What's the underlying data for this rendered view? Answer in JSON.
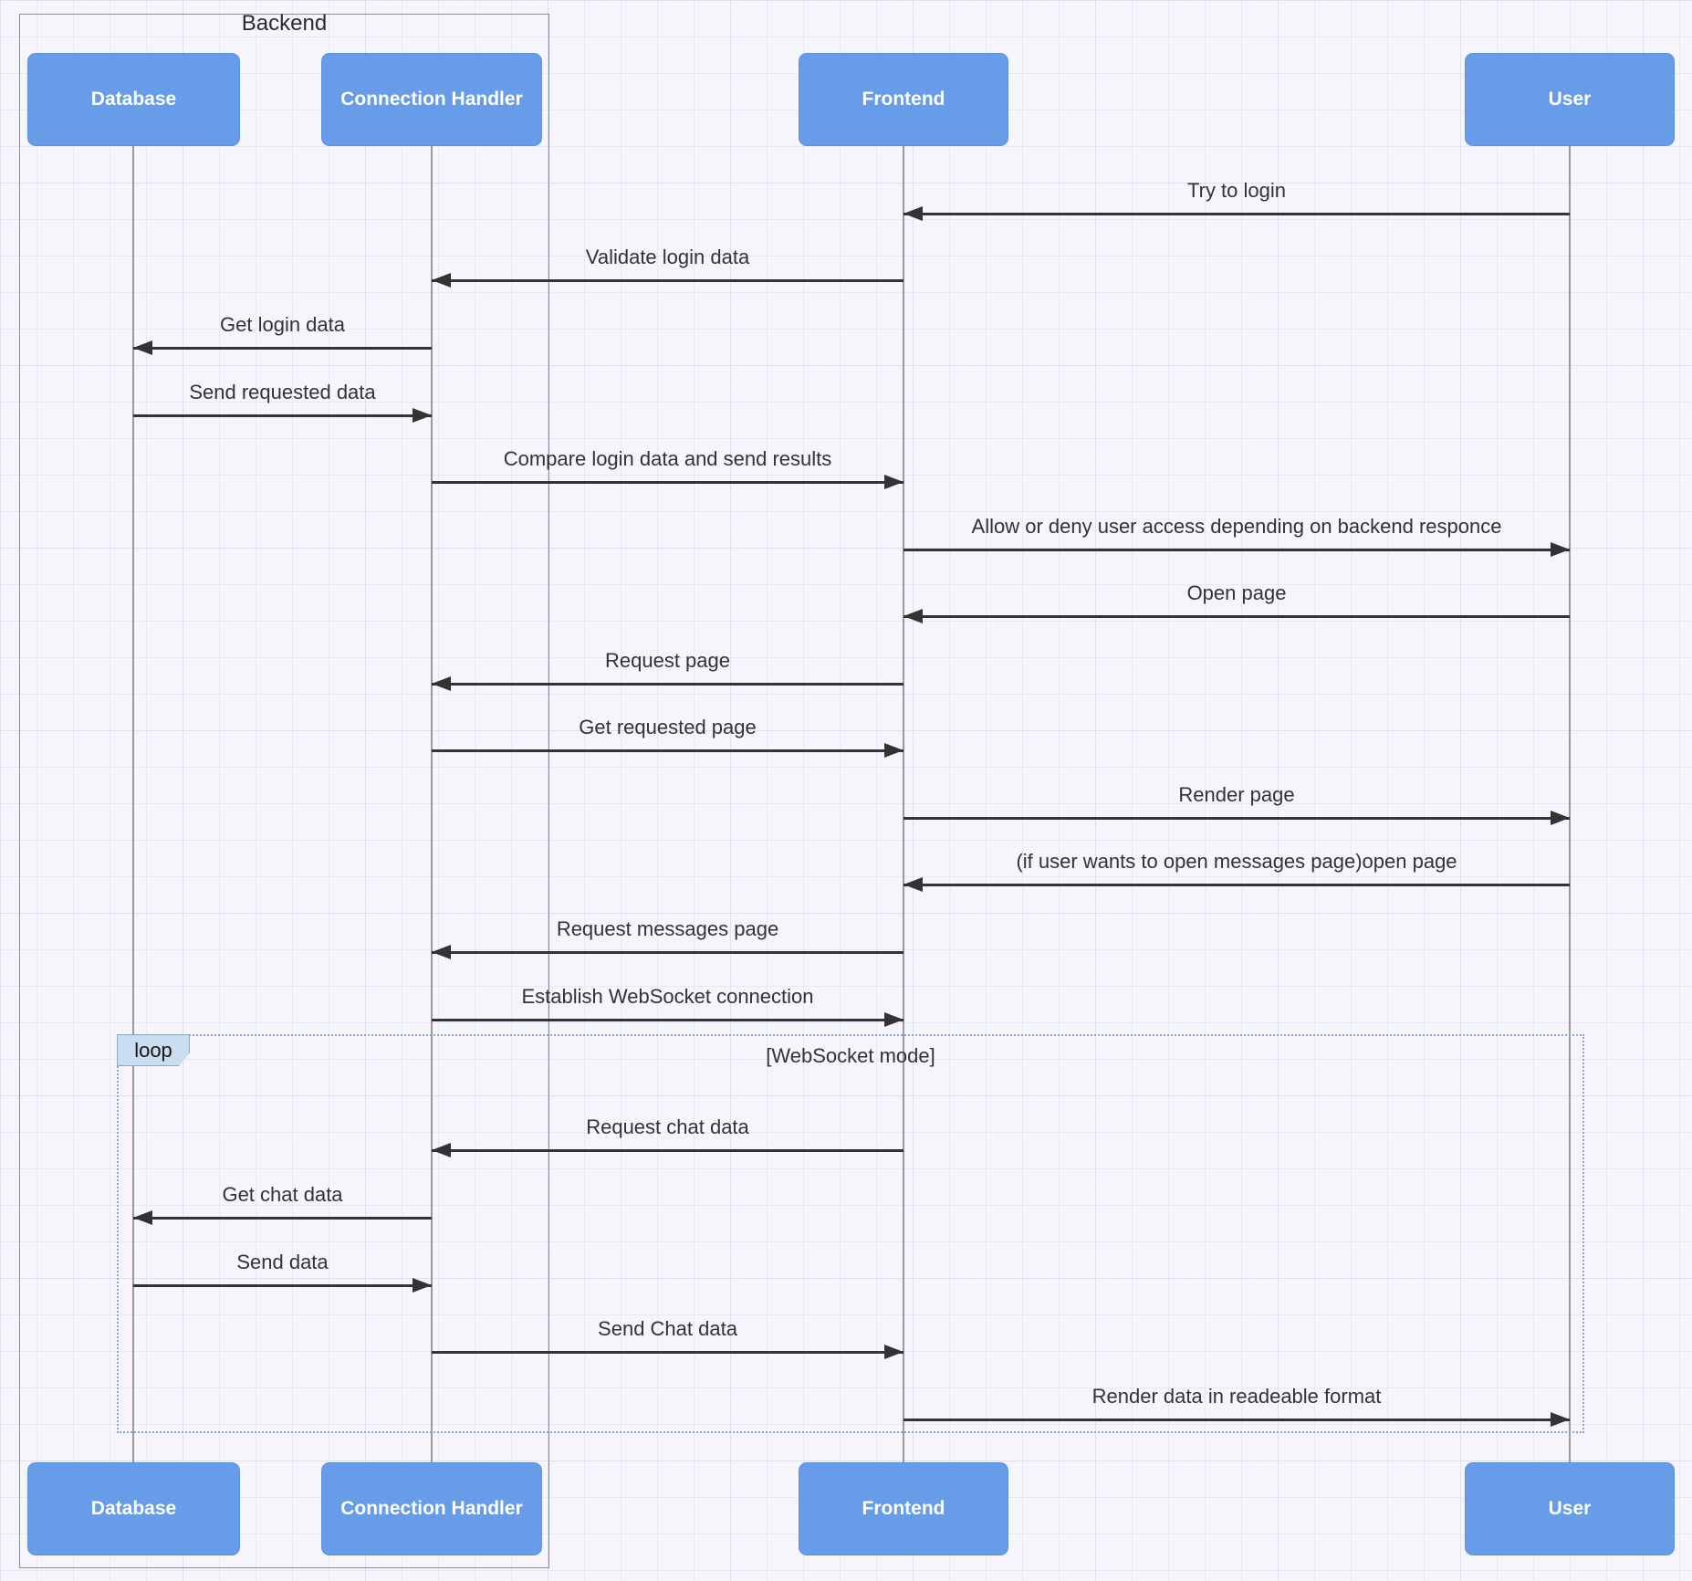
{
  "diagram": {
    "type": "sequence-diagram",
    "container": {
      "label": "Backend",
      "members": [
        "Database",
        "Connection Handler"
      ]
    },
    "actors": [
      {
        "name": "Database"
      },
      {
        "name": "Connection Handler"
      },
      {
        "name": "Frontend"
      },
      {
        "name": "User"
      }
    ],
    "messages": [
      {
        "from": "User",
        "to": "Frontend",
        "label": "Try to login"
      },
      {
        "from": "Frontend",
        "to": "Connection Handler",
        "label": "Validate login data"
      },
      {
        "from": "Connection Handler",
        "to": "Database",
        "label": "Get login data"
      },
      {
        "from": "Database",
        "to": "Connection Handler",
        "label": "Send requested data"
      },
      {
        "from": "Connection Handler",
        "to": "Frontend",
        "label": "Compare login data and send results"
      },
      {
        "from": "Frontend",
        "to": "User",
        "label": "Allow or deny user access depending on backend responce"
      },
      {
        "from": "User",
        "to": "Frontend",
        "label": "Open page"
      },
      {
        "from": "Frontend",
        "to": "Connection Handler",
        "label": "Request page"
      },
      {
        "from": "Connection Handler",
        "to": "Frontend",
        "label": "Get requested page"
      },
      {
        "from": "Frontend",
        "to": "User",
        "label": "Render page"
      },
      {
        "from": "User",
        "to": "Frontend",
        "label": "(if user wants to open messages page)open page"
      },
      {
        "from": "Frontend",
        "to": "Connection Handler",
        "label": "Request messages page"
      },
      {
        "from": "Connection Handler",
        "to": "Frontend",
        "label": "Establish WebSocket connection"
      },
      {
        "from": "Frontend",
        "to": "Connection Handler",
        "label": "Request chat data",
        "in_loop": true
      },
      {
        "from": "Connection Handler",
        "to": "Database",
        "label": "Get chat data",
        "in_loop": true
      },
      {
        "from": "Database",
        "to": "Connection Handler",
        "label": "Send data",
        "in_loop": true
      },
      {
        "from": "Connection Handler",
        "to": "Frontend",
        "label": "Send Chat data",
        "in_loop": true
      },
      {
        "from": "Frontend",
        "to": "User",
        "label": "Render data in readeable format",
        "in_loop": true
      }
    ],
    "loop": {
      "label": "loop",
      "condition": "[WebSocket mode]"
    }
  },
  "colors": {
    "background": "#f5f5fb",
    "grid_line": "#e9e9f6",
    "actor_fill": "#669ce8",
    "actor_text": "#ffffff",
    "message_line": "#333333",
    "message_text": "#333333",
    "lifeline": "#9b9b9b",
    "container_border": "#8f8f8f",
    "loop_border": "#8ba9c6",
    "loop_tag_fill": "#c9ddf1"
  }
}
